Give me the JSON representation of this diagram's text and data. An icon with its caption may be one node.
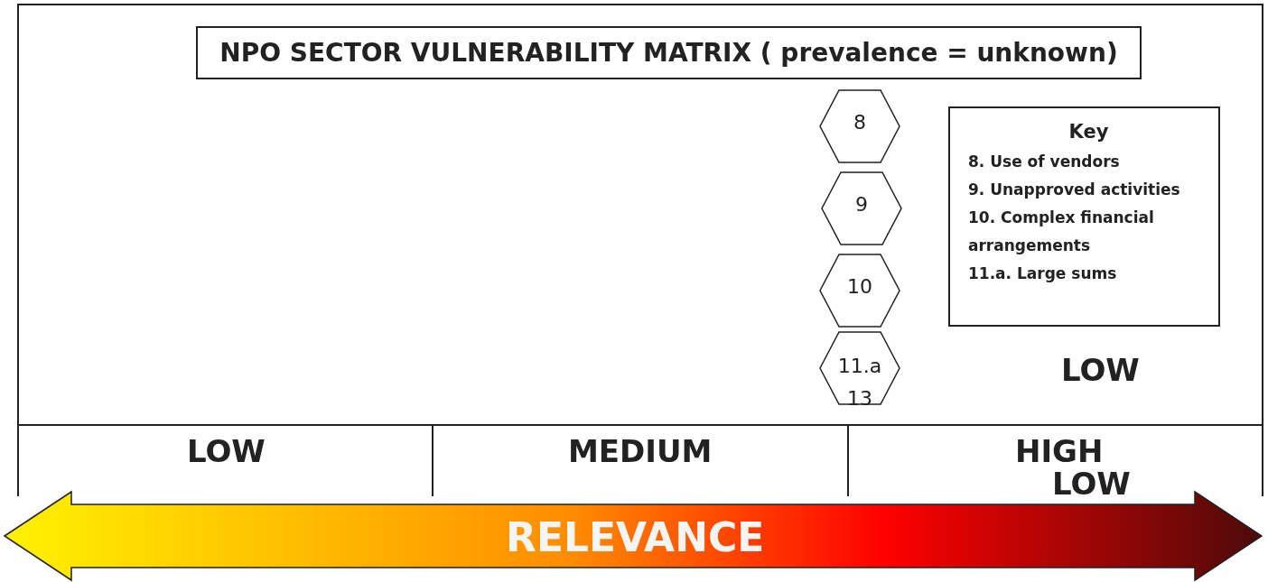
{
  "diagram": {
    "title": "NPO SECTOR VULNERABILITY MATRIX ( prevalence = unknown)",
    "nodes": [
      {
        "text": [
          "8"
        ]
      },
      {
        "text": [
          "9"
        ]
      },
      {
        "text": [
          "10"
        ]
      },
      {
        "text": [
          "11.a",
          "13"
        ]
      },
      {
        "text": [
          "Key",
          "8. Use of vendors",
          "9. Unapproved activities",
          "10. Complex financial arrangements",
          "11.a. Large sums"
        ]
      }
    ],
    "edges": [],
    "labels": [
      "LOW",
      "LOW",
      "MEDIUM",
      "HIGH",
      "LOW",
      "RELEVANCE"
    ]
  }
}
